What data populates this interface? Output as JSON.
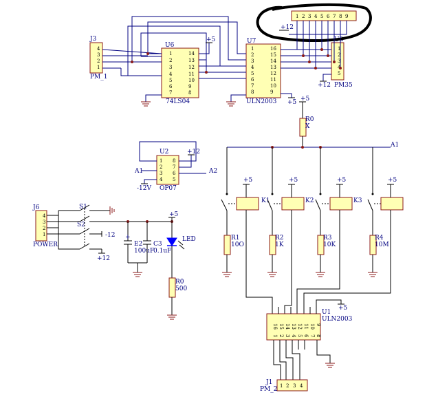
{
  "components": {
    "J3": {
      "ref": "J3",
      "value": "PM_1",
      "pins": [
        "4",
        "3",
        "2",
        "1"
      ]
    },
    "U6": {
      "ref": "U6",
      "value": "74LS04",
      "left_pins": [
        "1",
        "2",
        "3",
        "4",
        "5",
        "6",
        "7"
      ],
      "right_pins": [
        "14",
        "13",
        "12",
        "11",
        "10",
        "9",
        "8"
      ]
    },
    "U7": {
      "ref": "U7",
      "value": "ULN2003",
      "left_pins": [
        "1",
        "2",
        "3",
        "4",
        "5",
        "6",
        "7",
        "8"
      ],
      "right_pins": [
        "16",
        "15",
        "14",
        "13",
        "12",
        "11",
        "10",
        "9"
      ]
    },
    "U8": {
      "ref": "U8",
      "value": "PM35",
      "pins": [
        "1",
        "2",
        "3",
        "4",
        "5"
      ]
    },
    "top_connector": {
      "pins": [
        "1",
        "2",
        "3",
        "4",
        "5",
        "6",
        "7",
        "8",
        "9"
      ]
    },
    "R0_top": {
      "ref": "R0",
      "value": "X"
    },
    "U2": {
      "ref": "U2",
      "value": "OP07",
      "left_pins": [
        "1",
        "2",
        "3",
        "4"
      ],
      "right_pins": [
        "8",
        "7",
        "6",
        "5"
      ]
    },
    "K1": {
      "ref": "K1"
    },
    "K2": {
      "ref": "K2"
    },
    "K3": {
      "ref": "K3"
    },
    "R1": {
      "ref": "R1",
      "value": "10O"
    },
    "R2": {
      "ref": "R2",
      "value": "1K"
    },
    "R3": {
      "ref": "R3",
      "value": "10K"
    },
    "R4": {
      "ref": "R4",
      "value": "10M"
    },
    "J6": {
      "ref": "J6",
      "value": "POWER",
      "pins": [
        "4",
        "3",
        "2",
        "1"
      ]
    },
    "S1": {
      "ref": "S1"
    },
    "S2": {
      "ref": "S2"
    },
    "E2": {
      "ref": "E2",
      "value": "100uF"
    },
    "C3": {
      "ref": "C3",
      "value": "0.1uF"
    },
    "LED": {
      "label": "LED"
    },
    "R0_led": {
      "ref": "R0",
      "value": "500"
    },
    "U1": {
      "ref": "U1",
      "value": "ULN2003",
      "top_pins": [
        "16",
        "15",
        "14",
        "13",
        "12",
        "11",
        "10",
        "9"
      ],
      "bottom_pins": [
        "1",
        "2",
        "3",
        "4",
        "5",
        "6",
        "7",
        "8"
      ]
    },
    "J1": {
      "ref": "J1",
      "value": "PM_2",
      "pins": [
        "1",
        "2",
        "3",
        "4"
      ]
    }
  },
  "nets": {
    "plus5": "+5",
    "plus12": "+12",
    "minus12_short": "-12",
    "minus12": "-12V",
    "a1": "A1",
    "a2": "A2"
  },
  "colors": {
    "ic_fill": "#ffffb4",
    "ic_border": "#8b1a1a",
    "wire": "#000080",
    "text": "#000080",
    "ground": "#8b1a1a",
    "highlight": "#000000"
  }
}
